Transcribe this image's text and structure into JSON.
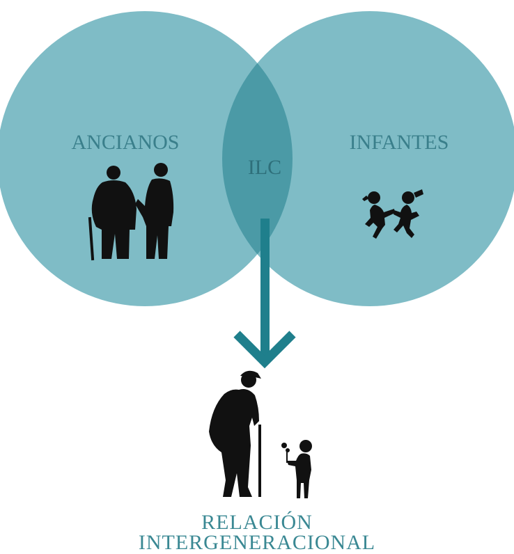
{
  "diagram": {
    "left_circle": {
      "label": "ANCIANOS",
      "icon": "elderly-couple-icon"
    },
    "right_circle": {
      "label": "INFANTES",
      "icon": "children-playing-icon"
    },
    "intersection": {
      "label": "ILC"
    },
    "result": {
      "icon": "elder-and-child-icon",
      "line1": "RELACIÓN",
      "line2": "INTERGENERACIONAL"
    }
  },
  "colors": {
    "circle": "#7fbcc6",
    "intersection": "#4b9aa6",
    "arrow": "#1f7f8c",
    "label": "#3a7f8b",
    "intersection_label": "#2e6f7a",
    "caption": "#3a8893",
    "silhouette": "#111111"
  }
}
